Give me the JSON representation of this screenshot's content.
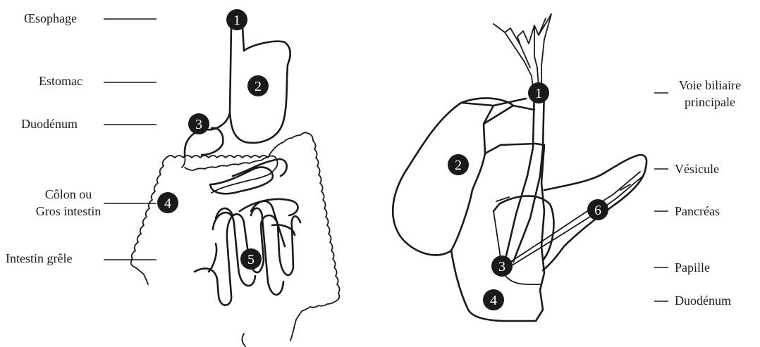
{
  "left_diagram": {
    "labels": [
      {
        "key": "oesophage",
        "text": "Œsophage"
      },
      {
        "key": "estomac",
        "text": "Estomac"
      },
      {
        "key": "duodenum",
        "text": "Duodénum"
      },
      {
        "key": "colon_1",
        "text": "Côlon ou"
      },
      {
        "key": "colon_2",
        "text": "Gros intestin"
      },
      {
        "key": "intestin",
        "text": "Intestin grêle"
      }
    ],
    "badges": [
      "1",
      "2",
      "3",
      "4",
      "5"
    ]
  },
  "right_diagram": {
    "labels": [
      {
        "key": "voie_1",
        "text": "Voie biliaire"
      },
      {
        "key": "voie_2",
        "text": "principale"
      },
      {
        "key": "vesicule",
        "text": "Vésicule"
      },
      {
        "key": "pancreas",
        "text": "Pancréas"
      },
      {
        "key": "papille",
        "text": "Papille"
      },
      {
        "key": "duodenum",
        "text": "Duodénum"
      }
    ],
    "badges": [
      "1",
      "2",
      "3",
      "4",
      "6"
    ]
  },
  "colors": {
    "ink": "#1a1a1a",
    "badge_text": "#ffffff",
    "background": "#ffffff"
  }
}
